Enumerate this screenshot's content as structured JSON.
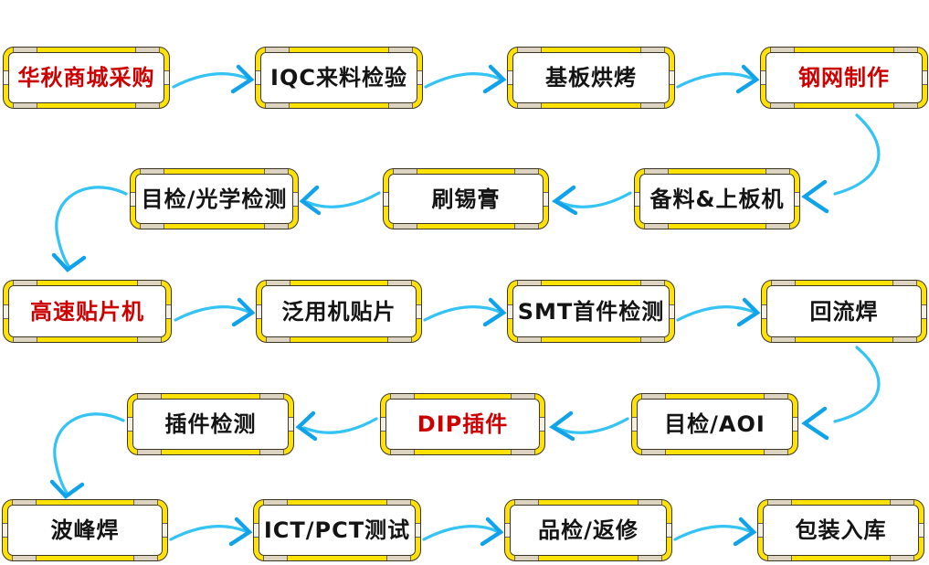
{
  "diagram": {
    "kind": "process-flowchart",
    "description_language": "zh-CN"
  },
  "colors": {
    "box_border": "#ffe205",
    "box_outline": "#3b3526",
    "emphasis_text": "#cc0000",
    "normal_text": "#141414",
    "arrow": "#33c3f4",
    "arrow_head": "#10a2ea",
    "background": "#ffffff",
    "notch_top": "#dcd3c0",
    "notch_side": "#f5efdf"
  },
  "nodes": [
    {
      "label": "华秋商城采购",
      "emphasis": true
    },
    {
      "label": "IQC来料检验",
      "emphasis": false
    },
    {
      "label": "基板烘烤",
      "emphasis": false
    },
    {
      "label": "钢网制作",
      "emphasis": true
    },
    {
      "label": "备料&上板机",
      "emphasis": false
    },
    {
      "label": "刷锡膏",
      "emphasis": false
    },
    {
      "label": "目检/光学检测",
      "emphasis": false
    },
    {
      "label": "高速贴片机",
      "emphasis": true
    },
    {
      "label": "泛用机贴片",
      "emphasis": false
    },
    {
      "label": "SMT首件检测",
      "emphasis": false
    },
    {
      "label": "回流焊",
      "emphasis": false
    },
    {
      "label": "目检/AOI",
      "emphasis": false
    },
    {
      "label": "DIP插件",
      "emphasis": true
    },
    {
      "label": "插件检测",
      "emphasis": false
    },
    {
      "label": "波峰焊",
      "emphasis": false
    },
    {
      "label": "ICT/PCT测试",
      "emphasis": false
    },
    {
      "label": "品检/返修",
      "emphasis": false
    },
    {
      "label": "包装入库",
      "emphasis": false
    }
  ],
  "edges": [
    {
      "from": 0,
      "to": 1
    },
    {
      "from": 1,
      "to": 2
    },
    {
      "from": 2,
      "to": 3
    },
    {
      "from": 3,
      "to": 4
    },
    {
      "from": 4,
      "to": 5
    },
    {
      "from": 5,
      "to": 6
    },
    {
      "from": 6,
      "to": 7
    },
    {
      "from": 7,
      "to": 8
    },
    {
      "from": 8,
      "to": 9
    },
    {
      "from": 9,
      "to": 10
    },
    {
      "from": 10,
      "to": 11
    },
    {
      "from": 11,
      "to": 12
    },
    {
      "from": 12,
      "to": 13
    },
    {
      "from": 13,
      "to": 14
    },
    {
      "from": 14,
      "to": 15
    },
    {
      "from": 15,
      "to": 16
    },
    {
      "from": 16,
      "to": 17
    }
  ]
}
